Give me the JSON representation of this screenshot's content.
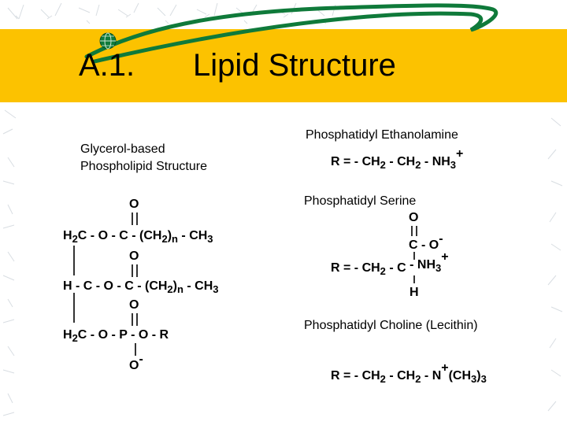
{
  "slide": {
    "title_number": "A.1.",
    "title_text": "Lipid Structure",
    "colors": {
      "band": "#fcc200",
      "swirl": "#0f7a3a",
      "background": "#ffffff"
    },
    "icons": [
      "globe-icon",
      "swirl-decoration"
    ]
  },
  "left": {
    "heading_line1": "Glycerol-based",
    "heading_line2": "Phospholipid Structure",
    "row1_H": "H",
    "row1_sub2": "2",
    "row1_main": "C - O - C - (CH",
    "row1_n": "n",
    "row1_tail": " - CH",
    "row1_sub3": "3",
    "row2_main": "H - C - O - C - (CH",
    "row2_n": "n",
    "row2_tail": " - CH",
    "row2_sub3": "3",
    "row3_H": "H",
    "row3_sub2": "2",
    "row3_main": "C - O - P - O - R",
    "oxygen": "O",
    "minus": "-",
    "close_paren": ")",
    "two": "2"
  },
  "right": {
    "pe_name": "Phosphatidyl Ethanolamine",
    "pe_formula_a": "R = - CH",
    "pe_sub_a": "2",
    "pe_formula_b": " - CH",
    "pe_sub_b": "2",
    "pe_formula_c": " - NH",
    "pe_sub_c": "3",
    "pe_plus": "+",
    "ps_name": "Phosphatidyl Serine",
    "ps_O": "O",
    "ps_C": "C - O",
    "ps_minus": "-",
    "ps_formula_a": "R = - CH",
    "ps_sub_a": "2",
    "ps_formula_b": " - C",
    "ps_formula_c": "  - NH",
    "ps_sub_c": "3",
    "ps_plus": "+",
    "ps_H": "H",
    "pc_name": "Phosphatidyl Choline (Lecithin)",
    "pc_formula_a": "R = - CH",
    "pc_sub_a": "2",
    "pc_formula_b": " - CH",
    "pc_sub_b": "2",
    "pc_formula_c": " - N",
    "pc_plus": "+",
    "pc_formula_d": "(CH",
    "pc_sub_d": "3",
    "pc_formula_e": ")",
    "pc_sub_e": "3"
  }
}
